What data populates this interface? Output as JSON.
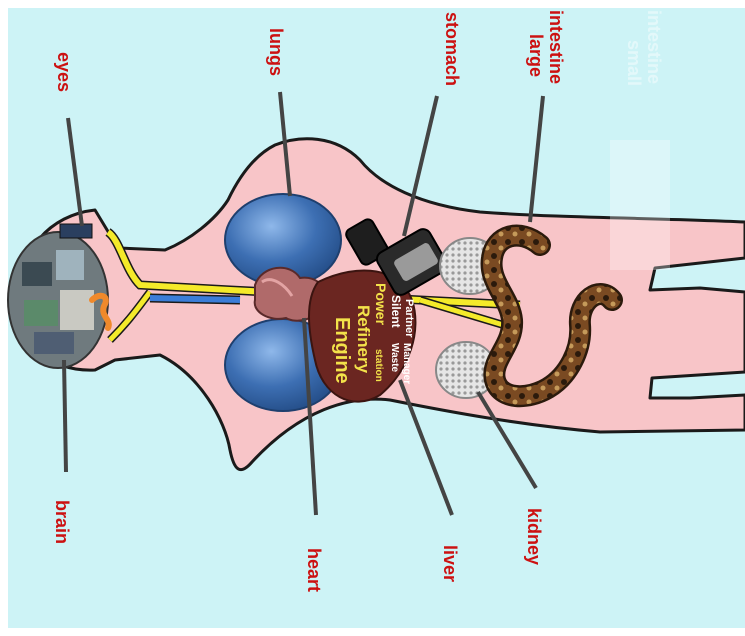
{
  "labels": {
    "eyes": "eyes",
    "lungs": "lungs",
    "stomach": "stomach",
    "large_intestine_line1": "large",
    "large_intestine_line2": "intestine",
    "small_intestine_line1": "small",
    "small_intestine_line2": "intestine",
    "brain": "brain",
    "heart": "heart",
    "liver": "liver",
    "kidney": "kidney"
  },
  "liver_text": {
    "line1": "Engine",
    "line2": "Refinery",
    "line3": "Power",
    "line4": "station",
    "line5": "Silent",
    "line6": "Partner",
    "line7": "Waste",
    "line8": "Manager"
  },
  "colors": {
    "background": "#cdf3f6",
    "body": "#f8c5c8",
    "label": "#cc1111",
    "nerve": "#f4ea2a",
    "vessel": "#3b7dd8",
    "lung": "#3d6fb3",
    "liver": "#6b2621",
    "liver_text": "#f3e24a",
    "kidney": "#d0d0d0",
    "intestine": "#6b3e1e",
    "heart": "#b06a6a"
  }
}
